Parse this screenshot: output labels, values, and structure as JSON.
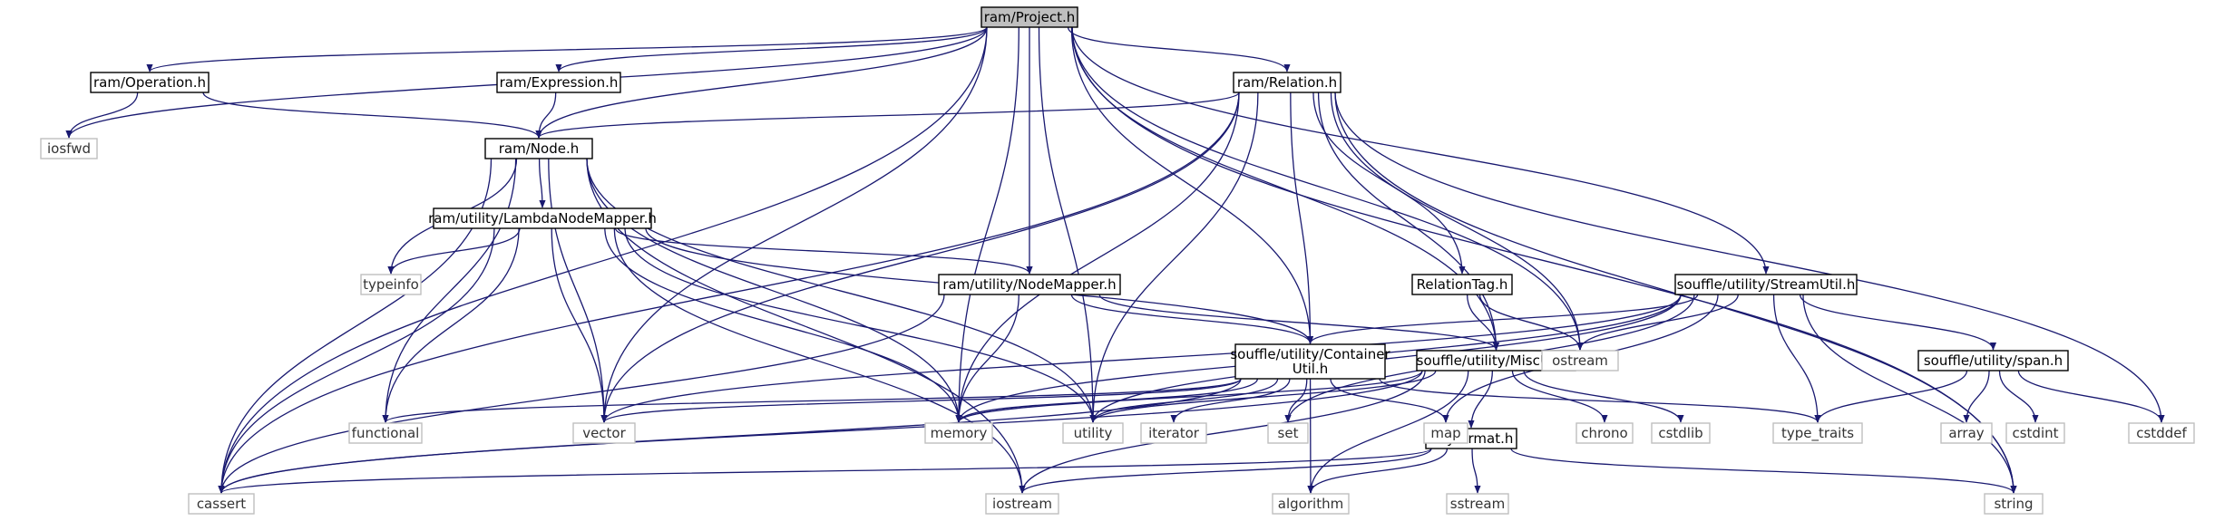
{
  "graph": {
    "nodes": [
      {
        "id": "project",
        "lines": [
          "ram/Project.h"
        ],
        "kind": "project"
      },
      {
        "id": "operation",
        "lines": [
          "ram/Operation.h"
        ],
        "kind": "internal"
      },
      {
        "id": "expression",
        "lines": [
          "ram/Expression.h"
        ],
        "kind": "internal"
      },
      {
        "id": "relation",
        "lines": [
          "ram/Relation.h"
        ],
        "kind": "internal"
      },
      {
        "id": "node",
        "lines": [
          "ram/Node.h"
        ],
        "kind": "internal"
      },
      {
        "id": "lambdanm",
        "lines": [
          "ram/utility/LambdaNodeMapper.h"
        ],
        "kind": "internal"
      },
      {
        "id": "nodemapper",
        "lines": [
          "ram/utility/NodeMapper.h"
        ],
        "kind": "internal"
      },
      {
        "id": "relationtag",
        "lines": [
          "RelationTag.h"
        ],
        "kind": "internal"
      },
      {
        "id": "streamutil",
        "lines": [
          "souffle/utility/StreamUtil.h"
        ],
        "kind": "internal"
      },
      {
        "id": "containerutil",
        "lines": [
          "souffle/utility/Container",
          "Util.h"
        ],
        "kind": "internal"
      },
      {
        "id": "miscutil",
        "lines": [
          "souffle/utility/MiscUtil.h"
        ],
        "kind": "internal"
      },
      {
        "id": "span",
        "lines": [
          "souffle/utility/span.h"
        ],
        "kind": "internal"
      },
      {
        "id": "tinyformat",
        "lines": [
          "tinyformat.h"
        ],
        "kind": "internal"
      },
      {
        "id": "iosfwd",
        "lines": [
          "iosfwd"
        ],
        "kind": "external"
      },
      {
        "id": "typeinfo",
        "lines": [
          "typeinfo"
        ],
        "kind": "external"
      },
      {
        "id": "ostream",
        "lines": [
          "ostream"
        ],
        "kind": "external"
      },
      {
        "id": "functional",
        "lines": [
          "functional"
        ],
        "kind": "external"
      },
      {
        "id": "vector",
        "lines": [
          "vector"
        ],
        "kind": "external"
      },
      {
        "id": "memory",
        "lines": [
          "memory"
        ],
        "kind": "external"
      },
      {
        "id": "utility",
        "lines": [
          "utility"
        ],
        "kind": "external"
      },
      {
        "id": "iterator",
        "lines": [
          "iterator"
        ],
        "kind": "external"
      },
      {
        "id": "set",
        "lines": [
          "set"
        ],
        "kind": "external"
      },
      {
        "id": "map",
        "lines": [
          "map"
        ],
        "kind": "external"
      },
      {
        "id": "chrono",
        "lines": [
          "chrono"
        ],
        "kind": "external"
      },
      {
        "id": "cstdlib",
        "lines": [
          "cstdlib"
        ],
        "kind": "external"
      },
      {
        "id": "type_traits",
        "lines": [
          "type_traits"
        ],
        "kind": "external"
      },
      {
        "id": "array",
        "lines": [
          "array"
        ],
        "kind": "external"
      },
      {
        "id": "cstdint",
        "lines": [
          "cstdint"
        ],
        "kind": "external"
      },
      {
        "id": "cstddef",
        "lines": [
          "cstddef"
        ],
        "kind": "external"
      },
      {
        "id": "cassert",
        "lines": [
          "cassert"
        ],
        "kind": "external"
      },
      {
        "id": "iostream",
        "lines": [
          "iostream"
        ],
        "kind": "external"
      },
      {
        "id": "algorithm",
        "lines": [
          "algorithm"
        ],
        "kind": "external"
      },
      {
        "id": "sstream",
        "lines": [
          "sstream"
        ],
        "kind": "external"
      },
      {
        "id": "string",
        "lines": [
          "string"
        ],
        "kind": "external"
      }
    ],
    "edges": [
      [
        "project",
        "operation"
      ],
      [
        "project",
        "expression"
      ],
      [
        "project",
        "relation"
      ],
      [
        "project",
        "node"
      ],
      [
        "project",
        "nodemapper"
      ],
      [
        "project",
        "streamutil"
      ],
      [
        "project",
        "containerutil"
      ],
      [
        "project",
        "miscutil"
      ],
      [
        "project",
        "iosfwd"
      ],
      [
        "project",
        "cassert"
      ],
      [
        "project",
        "vector"
      ],
      [
        "project",
        "memory"
      ],
      [
        "project",
        "utility"
      ],
      [
        "project",
        "ostream"
      ],
      [
        "project",
        "string"
      ],
      [
        "operation",
        "iosfwd"
      ],
      [
        "operation",
        "node"
      ],
      [
        "expression",
        "node"
      ],
      [
        "relation",
        "node"
      ],
      [
        "relation",
        "relationtag"
      ],
      [
        "relation",
        "containerutil"
      ],
      [
        "relation",
        "miscutil"
      ],
      [
        "relation",
        "cassert"
      ],
      [
        "relation",
        "vector"
      ],
      [
        "relation",
        "memory"
      ],
      [
        "relation",
        "utility"
      ],
      [
        "relation",
        "ostream"
      ],
      [
        "relation",
        "string"
      ],
      [
        "relation",
        "cstddef"
      ],
      [
        "node",
        "lambdanm"
      ],
      [
        "node",
        "typeinfo"
      ],
      [
        "node",
        "functional"
      ],
      [
        "node",
        "vector"
      ],
      [
        "node",
        "cassert"
      ],
      [
        "node",
        "memory"
      ],
      [
        "node",
        "utility"
      ],
      [
        "node",
        "iostream"
      ],
      [
        "lambdanm",
        "nodemapper"
      ],
      [
        "lambdanm",
        "containerutil"
      ],
      [
        "lambdanm",
        "typeinfo"
      ],
      [
        "lambdanm",
        "functional"
      ],
      [
        "lambdanm",
        "cassert"
      ],
      [
        "lambdanm",
        "vector"
      ],
      [
        "lambdanm",
        "memory"
      ],
      [
        "lambdanm",
        "utility"
      ],
      [
        "lambdanm",
        "iostream"
      ],
      [
        "nodemapper",
        "containerutil"
      ],
      [
        "nodemapper",
        "miscutil"
      ],
      [
        "nodemapper",
        "memory"
      ],
      [
        "nodemapper",
        "cassert"
      ],
      [
        "relationtag",
        "miscutil"
      ],
      [
        "relationtag",
        "ostream"
      ],
      [
        "streamutil",
        "containerutil"
      ],
      [
        "streamutil",
        "span"
      ],
      [
        "streamutil",
        "ostream"
      ],
      [
        "streamutil",
        "vector"
      ],
      [
        "streamutil",
        "memory"
      ],
      [
        "streamutil",
        "utility"
      ],
      [
        "streamutil",
        "set"
      ],
      [
        "streamutil",
        "map"
      ],
      [
        "streamutil",
        "type_traits"
      ],
      [
        "streamutil",
        "string"
      ],
      [
        "containerutil",
        "functional"
      ],
      [
        "containerutil",
        "vector"
      ],
      [
        "containerutil",
        "memory"
      ],
      [
        "containerutil",
        "utility"
      ],
      [
        "containerutil",
        "iterator"
      ],
      [
        "containerutil",
        "set"
      ],
      [
        "containerutil",
        "map"
      ],
      [
        "containerutil",
        "type_traits"
      ],
      [
        "containerutil",
        "algorithm"
      ],
      [
        "containerutil",
        "cassert"
      ],
      [
        "miscutil",
        "tinyformat"
      ],
      [
        "miscutil",
        "memory"
      ],
      [
        "miscutil",
        "utility"
      ],
      [
        "miscutil",
        "chrono"
      ],
      [
        "miscutil",
        "cstdlib"
      ],
      [
        "miscutil",
        "cassert"
      ],
      [
        "miscutil",
        "iostream"
      ],
      [
        "miscutil",
        "algorithm"
      ],
      [
        "span",
        "type_traits"
      ],
      [
        "span",
        "array"
      ],
      [
        "span",
        "cstdint"
      ],
      [
        "span",
        "cstddef"
      ],
      [
        "tinyformat",
        "cassert"
      ],
      [
        "tinyformat",
        "iostream"
      ],
      [
        "tinyformat",
        "algorithm"
      ],
      [
        "tinyformat",
        "sstream"
      ],
      [
        "tinyformat",
        "string"
      ]
    ]
  }
}
